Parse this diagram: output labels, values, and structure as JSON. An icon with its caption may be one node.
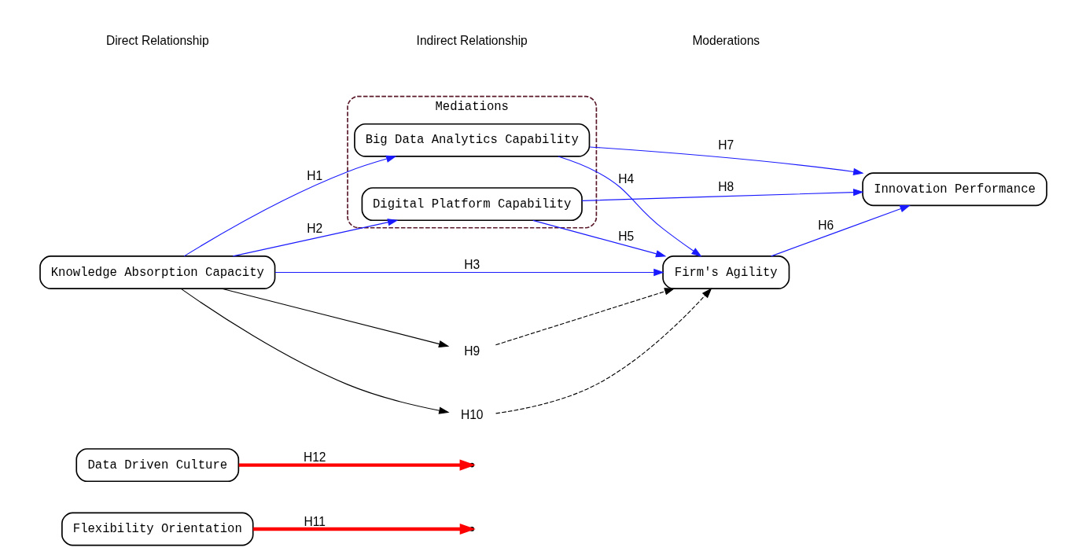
{
  "diagram": {
    "nodes": [
      {
        "text": [
          "Flexibility Orientation"
        ]
      },
      {
        "text": [
          "Data Driven Culture"
        ]
      },
      {
        "text": [
          "Mediations"
        ]
      },
      {
        "text": [
          "Big Data Analytics Capability"
        ],
        "in": 2
      },
      {
        "text": [
          "Digital Platform Capability"
        ],
        "in": 2
      },
      {
        "text": [
          "Knowledge Absorption Capacity"
        ]
      },
      {
        "text": [
          "Firm's Agility"
        ]
      },
      {
        "text": [
          "Innovation Performance"
        ]
      },
      {
        "text": [
          "H9"
        ]
      },
      {
        "text": [
          "H10"
        ]
      }
    ],
    "edges": [
      {
        "from": 5,
        "to": 3,
        "arrow": "to",
        "label": "H1"
      },
      {
        "from": 5,
        "to": 4,
        "arrow": "to",
        "label": "H2"
      },
      {
        "from": 5,
        "to": 6,
        "arrow": "to",
        "label": "H3"
      },
      {
        "from": 3,
        "to": 6,
        "arrow": "to",
        "label": "H4"
      },
      {
        "from": 4,
        "to": 6,
        "arrow": "to",
        "label": "H5"
      },
      {
        "from": 6,
        "to": 7,
        "arrow": "to",
        "label": "H6"
      },
      {
        "from": 3,
        "to": 7,
        "arrow": "to",
        "label": "H7"
      },
      {
        "from": 4,
        "to": 7,
        "arrow": "to",
        "label": "H8"
      },
      {
        "from": 5,
        "to": 8,
        "arrow": "to",
        "color": "#000000"
      },
      {
        "from": 8,
        "to": 6,
        "arrow": "to",
        "style": "dashed",
        "color": "#000000"
      },
      {
        "from": 5,
        "to": 9,
        "arrow": "to",
        "color": "#000000"
      },
      {
        "from": 9,
        "to": 6,
        "arrow": "to",
        "style": "dashed",
        "color": "#000000"
      },
      {
        "from": 0,
        "to": null,
        "arrow": "to",
        "label": "H11",
        "style": "thick",
        "color": "#ff0000"
      },
      {
        "from": 1,
        "to": null,
        "arrow": "to",
        "label": "H12",
        "style": "thick",
        "color": "#ff0000"
      }
    ],
    "legend": [
      {
        "text": "Direct Relationship"
      },
      {
        "text": "Indirect Relationship"
      },
      {
        "text": "Moderations"
      }
    ]
  }
}
